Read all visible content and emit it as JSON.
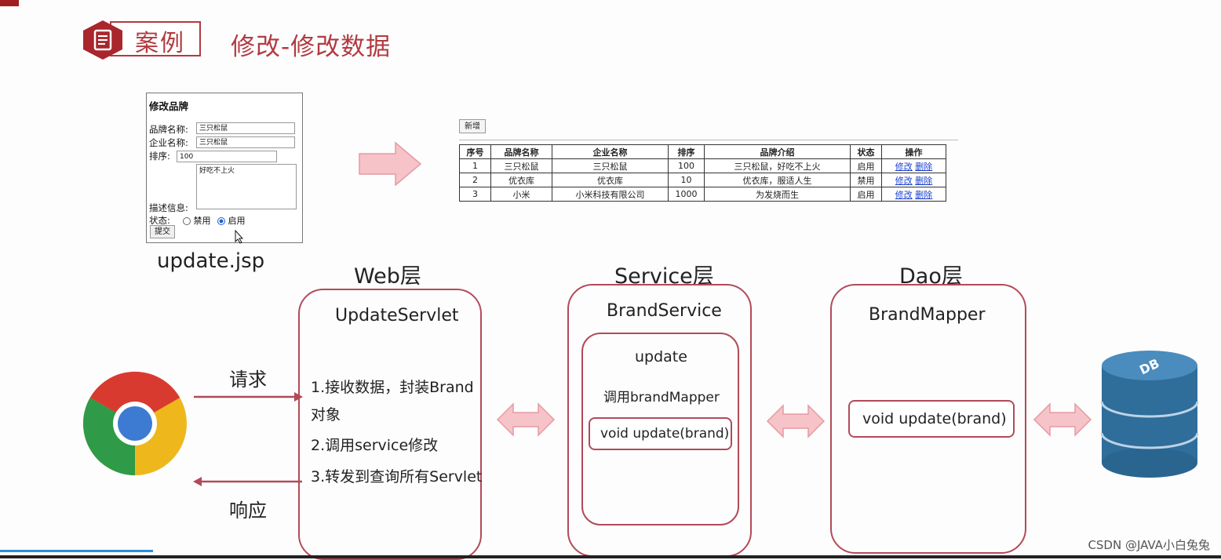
{
  "header": {
    "case_label": "案例",
    "title": "修改-修改数据"
  },
  "form": {
    "title": "修改品牌",
    "brand_name_label": "品牌名称:",
    "brand_name_value": "三只松鼠",
    "company_name_label": "企业名称:",
    "company_name_value": "三只松鼠",
    "order_label": "排序:",
    "order_value": "100",
    "desc_value": "好吃不上火",
    "desc_label": "描述信息:",
    "status_label": "状态:",
    "status_disabled": "禁用",
    "status_enabled": "启用",
    "submit_label": "提交",
    "file_label": "update.jsp"
  },
  "table": {
    "add_label": "新增",
    "headers": [
      "序号",
      "品牌名称",
      "企业名称",
      "排序",
      "品牌介绍",
      "状态",
      "操作"
    ],
    "rows": [
      {
        "id": "1",
        "brand": "三只松鼠",
        "company": "三只松鼠",
        "order": "100",
        "intro": "三只松鼠，好吃不上火",
        "status": "启用",
        "edit": "修改",
        "delete": "删除"
      },
      {
        "id": "2",
        "brand": "优衣库",
        "company": "优衣库",
        "order": "10",
        "intro": "优衣库，服适人生",
        "status": "禁用",
        "edit": "修改",
        "delete": "删除"
      },
      {
        "id": "3",
        "brand": "小米",
        "company": "小米科技有限公司",
        "order": "1000",
        "intro": "为发烧而生",
        "status": "启用",
        "edit": "修改",
        "delete": "删除"
      }
    ]
  },
  "web": {
    "title": "Web层",
    "servlet": "UpdateServlet",
    "step1a": "1.接收数据，封装Brand",
    "step1b": "对象",
    "step2": "2.调用service修改",
    "step3": "3.转发到查询所有Servlet"
  },
  "service": {
    "title": "Service层",
    "class_name": "BrandService",
    "method": "update",
    "call": "调用brandMapper",
    "signature": "void update(brand)"
  },
  "dao": {
    "title": "Dao层",
    "class_name": "BrandMapper",
    "signature": "void update(brand)"
  },
  "browser": {
    "request": "请求",
    "response": "响应"
  },
  "db": {
    "label": "DB"
  },
  "watermark": "CSDN @JAVA小白兔兔",
  "colors": {
    "accent": "#b23a40",
    "box_border": "#b24a5a",
    "arrow_fill": "#f6c3c8",
    "db_blue": "#2f6d9a"
  }
}
